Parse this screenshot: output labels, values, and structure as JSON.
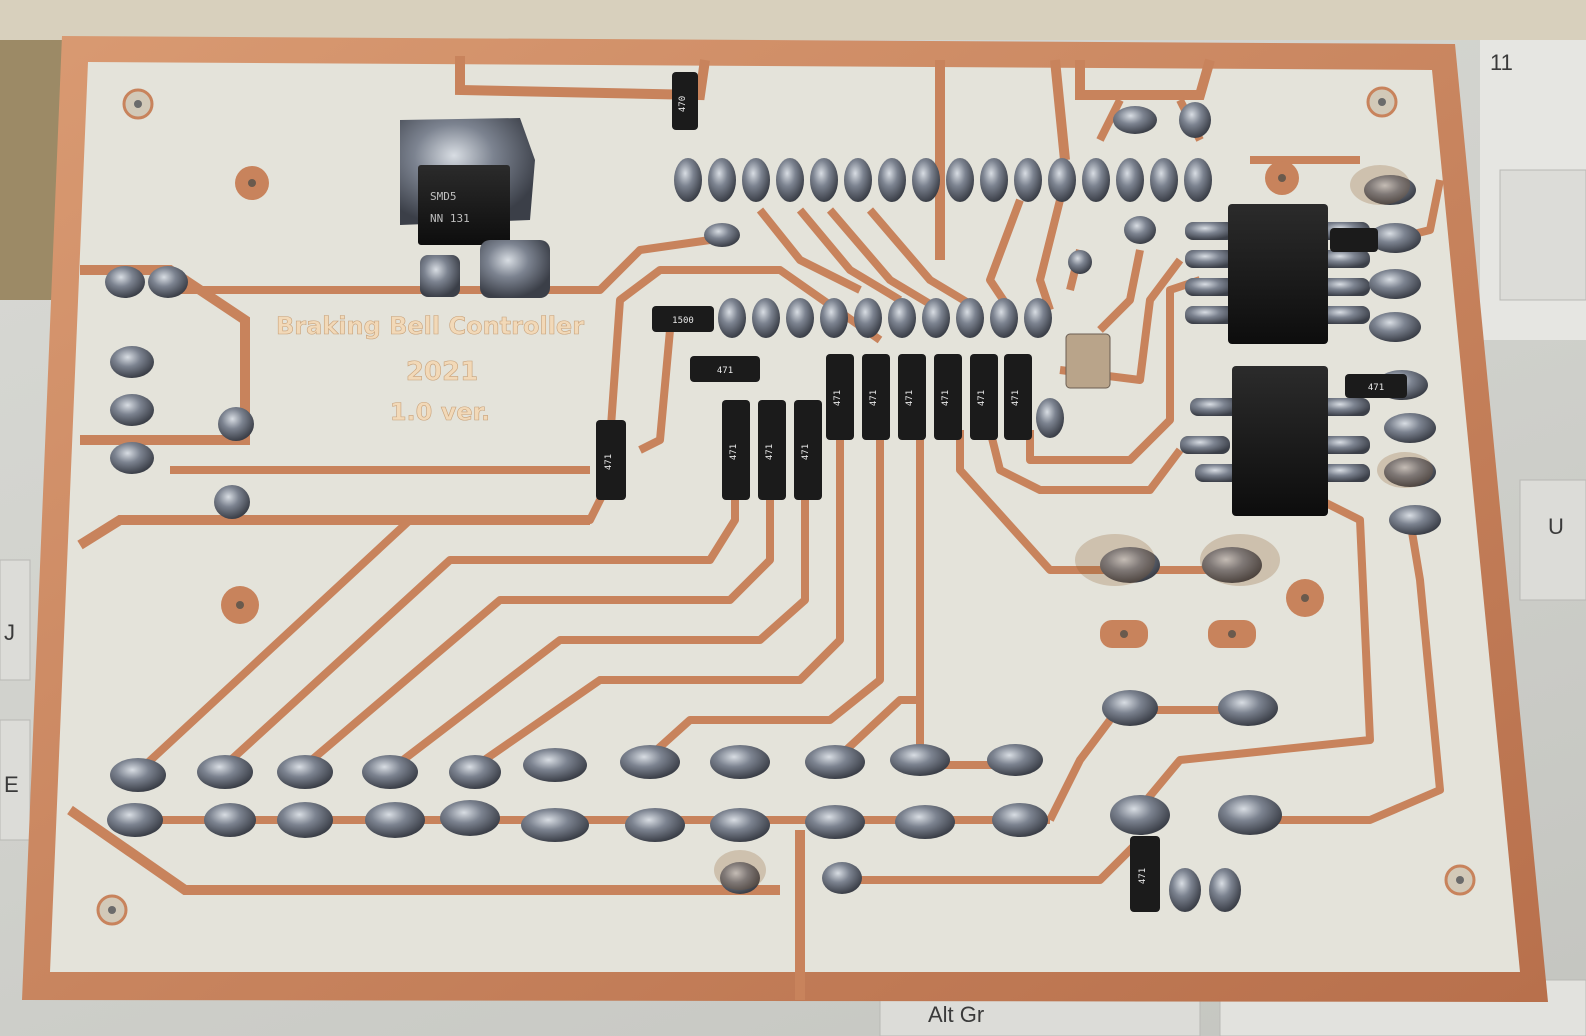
{
  "board": {
    "silkscreen": {
      "line1": "Braking Bell Controller",
      "line2": "2021",
      "line3": "1.0 ver."
    },
    "regulator_marking": [
      "SMD5",
      "NN 131"
    ],
    "resistor_codes": [
      "470",
      "1500",
      "471",
      "471",
      "471",
      "471",
      "471",
      "471",
      "471",
      "471",
      "471",
      "471",
      "471",
      "471",
      "471"
    ]
  },
  "background": {
    "key_labels": [
      "11",
      "Alt Gr",
      "J",
      "U",
      "E"
    ]
  },
  "colors": {
    "substrate": "#e4e3da",
    "copper": "#c8835c",
    "solder": "#8a8f98",
    "background": "#d3d4cf"
  }
}
